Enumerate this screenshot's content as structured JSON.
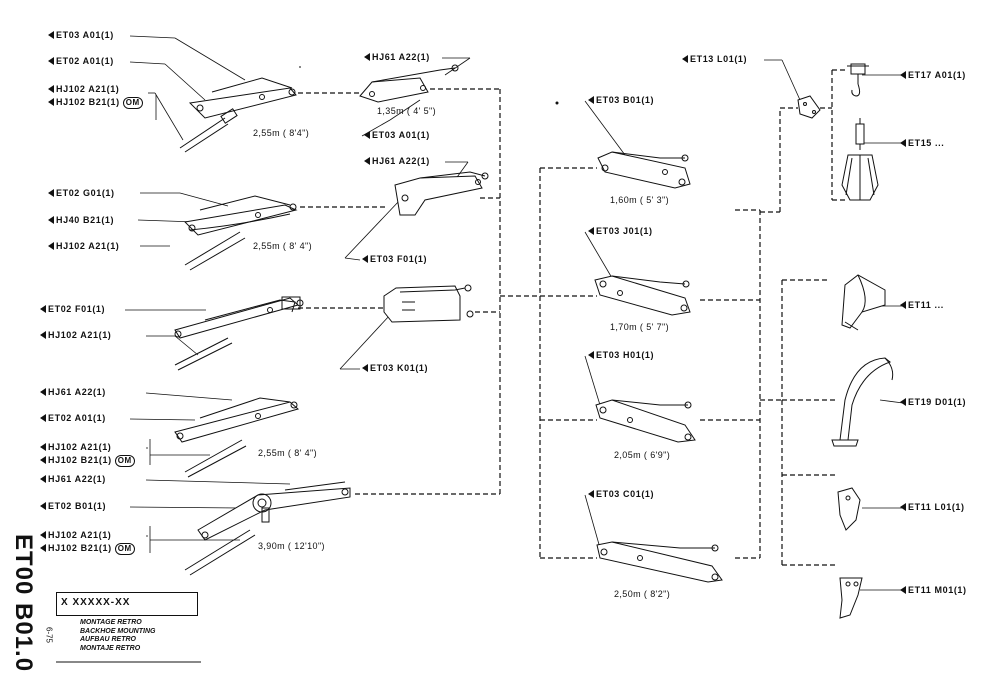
{
  "sheet": {
    "code": "ET00 B01.0",
    "date": "6-75",
    "serial": "X XXXXX-XX",
    "titles": [
      "MONTAGE RETRO",
      "BACKHOE MOUNTING",
      "AUFBAU RETRO",
      "MONTAJE RETRO"
    ]
  },
  "booms": [
    {
      "labels": [
        "ET03 A01(1)",
        "ET02 A01(1)",
        "HJ102 A21(1)",
        "HJ102 B21(1)"
      ],
      "om": "OM",
      "length": "2,55m ( 8'4\")"
    },
    {
      "labels": [
        "ET02 G01(1)",
        "HJ40 B21(1)",
        "HJ102 A21(1)"
      ],
      "length": "2,55m ( 8' 4\")"
    },
    {
      "labels": [
        "ET02 F01(1)",
        "HJ102 A21(1)"
      ]
    },
    {
      "labels": [
        "HJ61 A22(1)",
        "ET02 A01(1)",
        "HJ102 A21(1)",
        "HJ102 B21(1)"
      ],
      "om": "OM",
      "length": "2,55m ( 8' 4\")"
    },
    {
      "labels": [
        "HJ61 A22(1)",
        "ET02 B01(1)",
        "HJ102 A21(1)",
        "HJ102 B21(1)"
      ],
      "om": "OM",
      "length": "3,90m ( 12'10\")"
    }
  ],
  "links": [
    {
      "labels": [
        "HJ61 A22(1)",
        "ET03 A01(1)"
      ],
      "length": "1,35m ( 4' 5\")"
    },
    {
      "labels": [
        "HJ61 A22(1)",
        "ET03 F01(1)"
      ]
    },
    {
      "labels": [
        "ET03 K01(1)"
      ]
    }
  ],
  "dippers": [
    {
      "label": "ET03 B01(1)",
      "length": "1,60m ( 5' 3\")"
    },
    {
      "label": "ET03 J01(1)",
      "length": "1,70m ( 5' 7\")"
    },
    {
      "label": "ET03 H01(1)",
      "length": "2,05m ( 6'9\")"
    },
    {
      "label": "ET03 C01(1)",
      "length": "2,50m ( 8'2\")"
    }
  ],
  "tools": [
    "ET13 L01(1)",
    "ET17 A01(1)",
    "ET15 ...",
    "ET11 ...",
    "ET19 D01(1)",
    "ET11 L01(1)",
    "ET11 M01(1)"
  ]
}
